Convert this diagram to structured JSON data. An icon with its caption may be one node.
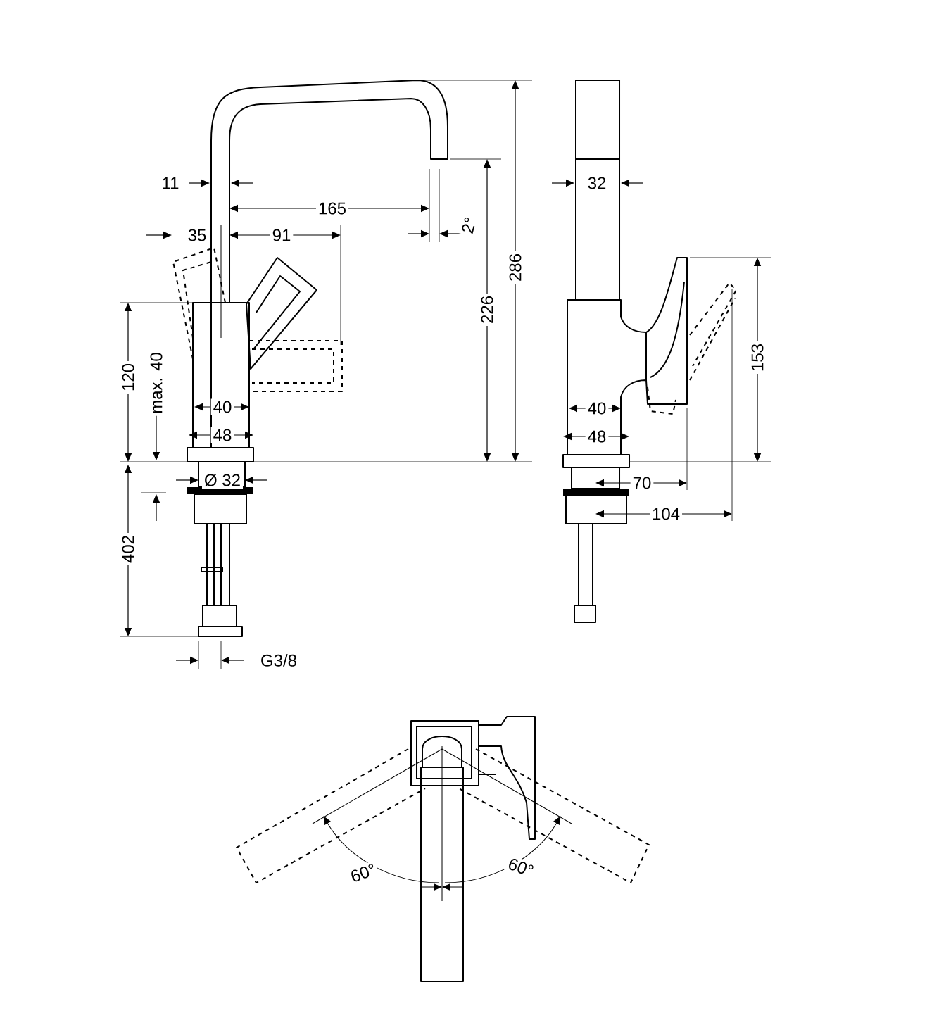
{
  "diagram": {
    "labels": [
      "11",
      "32",
      "165",
      "2°",
      "35",
      "91",
      "286",
      "226",
      "120",
      "max. 40",
      "40",
      "48",
      "40",
      "48",
      "153",
      "Ø 32",
      "70",
      "402",
      "104",
      "G3/8",
      "60°",
      "60°"
    ]
  }
}
